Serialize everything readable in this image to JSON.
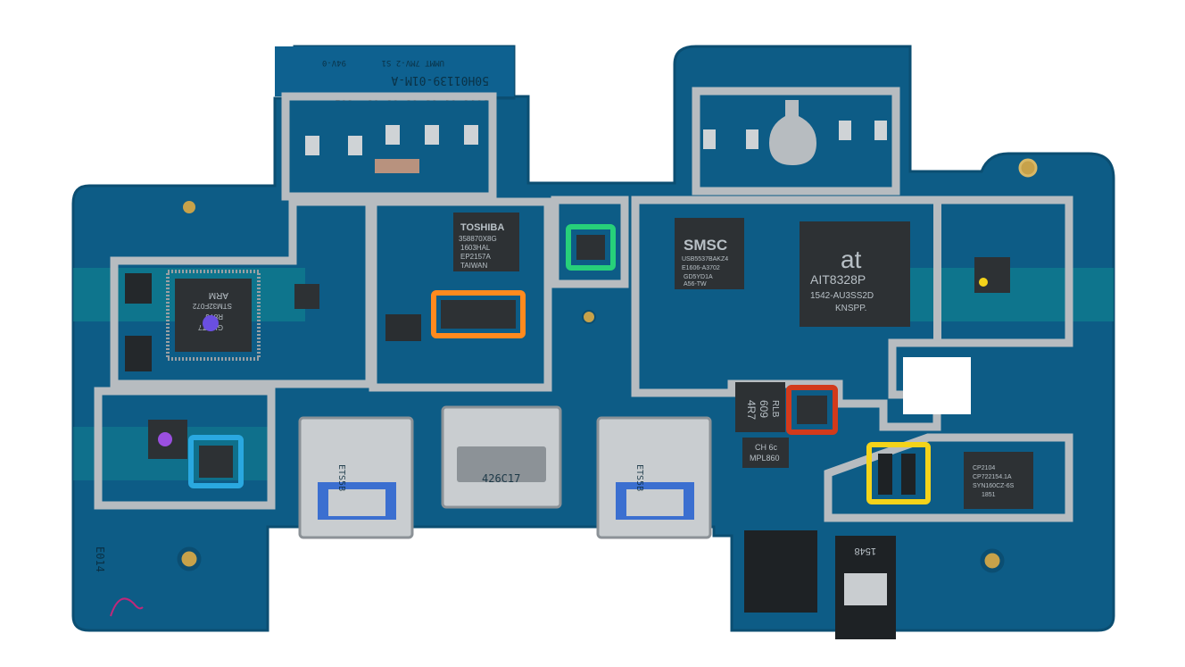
{
  "board": {
    "silk_top_1": "50H01139-01M-A",
    "silk_top_2": "UMMT 7MV-2 S1",
    "silk_top_3": "94V-0",
    "silk_top_4": "2016-01-13 02 02-02 :605",
    "silk_bottom_left": "E014",
    "colors": {
      "pcb": "#0d5c86",
      "pcb_dark": "#0a4b70",
      "pcb_edge": "#1a7fb0",
      "shield": "#b7bcc0",
      "shield_dark": "#8c9297",
      "chip": "#2d3134",
      "connector": "#c9cdd0",
      "highlight_green": "#27d07a",
      "highlight_orange": "#ff8a1e",
      "highlight_blue": "#2aa8e0",
      "highlight_red": "#d23a1b",
      "highlight_yellow": "#f4d31a"
    }
  },
  "chips": {
    "toshiba_line1": "TOSHIBA",
    "toshiba_line2": "358870X8G",
    "toshiba_line3": "1603HAL",
    "toshiba_line4": "EP2157A",
    "toshiba_line5": "TAIWAN",
    "smsc_logo": "SMSC",
    "smsc_line1": "USB5537BAKZ4",
    "smsc_line2": "E1606-A3702",
    "smsc_line3": "GD5YD1A",
    "smsc_line4": "A56-TW",
    "ait_logo": "at",
    "ait_line1": "AIT8328P",
    "ait_line2": "1542-AU3SS2D",
    "ait_line3": "KNSPP.",
    "arm_line1": "ARM",
    "arm_line2": "STM32F072",
    "arm_line3": "R8T6",
    "arm_line4": "GH 6T7",
    "inductor_line1": "4R7",
    "inductor_line2": "609",
    "inductor_line3": "RLB",
    "ch_line1": "CH 6c",
    "ch_line2": "MPL860",
    "hdmi_label": "426C17",
    "usb_left_label": "ETS5B",
    "usb_right_label": "ETS5B",
    "usb_right_chip_line1": "CP2104",
    "usb_right_chip_line2": "CP722154.1A",
    "usb_right_chip_line3": "SYN160CZ-6S",
    "usb_right_chip_line4": "1851",
    "audio_label": "1548"
  }
}
